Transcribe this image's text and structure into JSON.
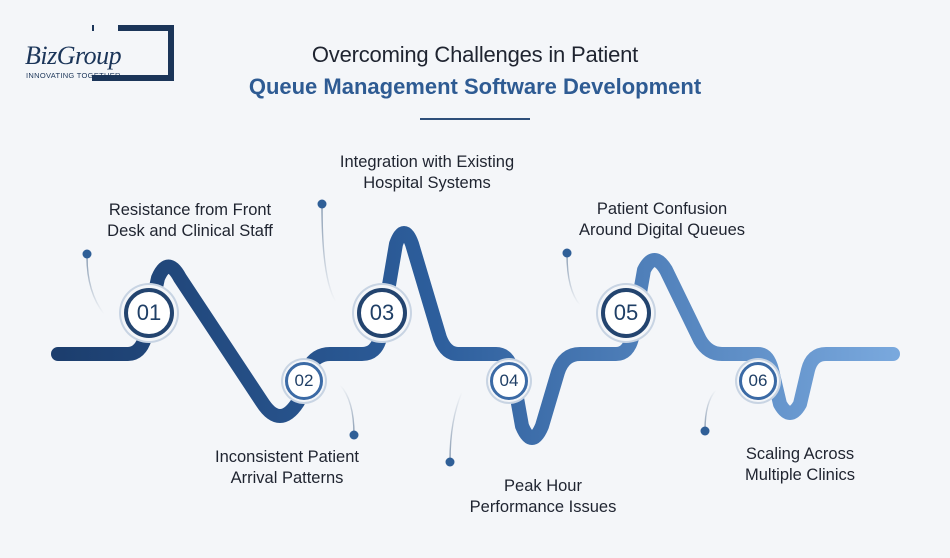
{
  "logo": {
    "name": "BizGroup",
    "tagline": "INNOVATING TOGETHER"
  },
  "title": {
    "line1": "Overcoming Challenges in Patient",
    "line2": "Queue Management Software Development"
  },
  "steps": [
    {
      "number": "01",
      "line1": "Resistance from Front",
      "line2": "Desk and Clinical Staff"
    },
    {
      "number": "02",
      "line1": "Inconsistent Patient",
      "line2": "Arrival Patterns"
    },
    {
      "number": "03",
      "line1": "Integration with Existing",
      "line2": "Hospital Systems"
    },
    {
      "number": "04",
      "line1": "Peak Hour",
      "line2": "Performance Issues"
    },
    {
      "number": "05",
      "line1": "Patient Confusion",
      "line2": "Around Digital Queues"
    },
    {
      "number": "06",
      "line1": "Scaling Across",
      "line2": "Multiple Clinics"
    }
  ],
  "colors": {
    "wave_start": "#1c3e6e",
    "wave_end": "#6e9fd6",
    "badge_border": "#23446f",
    "dot": "#2f5f97"
  }
}
